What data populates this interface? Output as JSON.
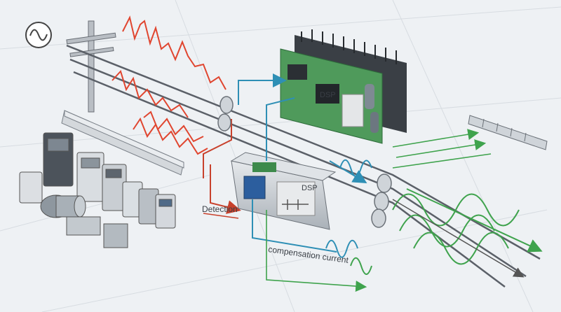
{
  "labels": {
    "detection": "Detection",
    "compensation": "compensation current",
    "dsp_board": "DSP",
    "dsp_filter": "DSP"
  },
  "colors": {
    "background": "#eef1f4",
    "distorted": "#e0452f",
    "corrected": "#3fa34d",
    "injection": "#2e8fb5",
    "line": "#5b6068",
    "panel": "#cfd4d9"
  },
  "icons": [
    "ac-source-icon",
    "utility-pole",
    "dsp-controller-board",
    "active-filter-unit",
    "current-sensor",
    "load-drives",
    "motor"
  ]
}
